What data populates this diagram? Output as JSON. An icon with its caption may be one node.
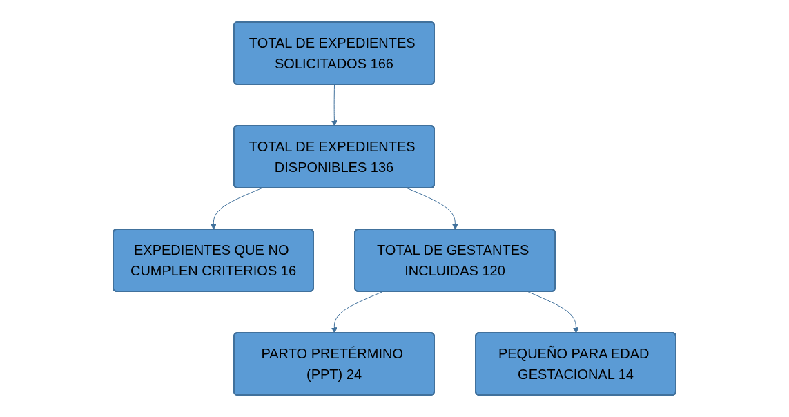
{
  "diagram": {
    "nodes": [
      {
        "text": [
          "TOTAL DE EXPEDIENTES SOLICITADOS 166"
        ]
      },
      {
        "text": [
          "TOTAL DE EXPEDIENTES DISPONIBLES 136"
        ]
      },
      {
        "text": [
          "EXPEDIENTES QUE NO CUMPLEN CRITERIOS 16"
        ]
      },
      {
        "text": [
          "TOTAL DE GESTANTES INCLUIDAS 120"
        ]
      },
      {
        "text": [
          "PARTO PRETÉRMINO (PPT) 24"
        ]
      },
      {
        "text": [
          "PEQUEÑO PARA EDAD GESTACIONAL 14"
        ]
      }
    ],
    "edges": [
      {
        "from": 0,
        "to": 1,
        "arrow": "to"
      },
      {
        "from": 1,
        "to": 2,
        "arrow": "to"
      },
      {
        "from": 1,
        "to": 3,
        "arrow": "to"
      },
      {
        "from": 3,
        "to": 4,
        "arrow": "to"
      },
      {
        "from": 3,
        "to": 5,
        "arrow": "to"
      }
    ]
  }
}
